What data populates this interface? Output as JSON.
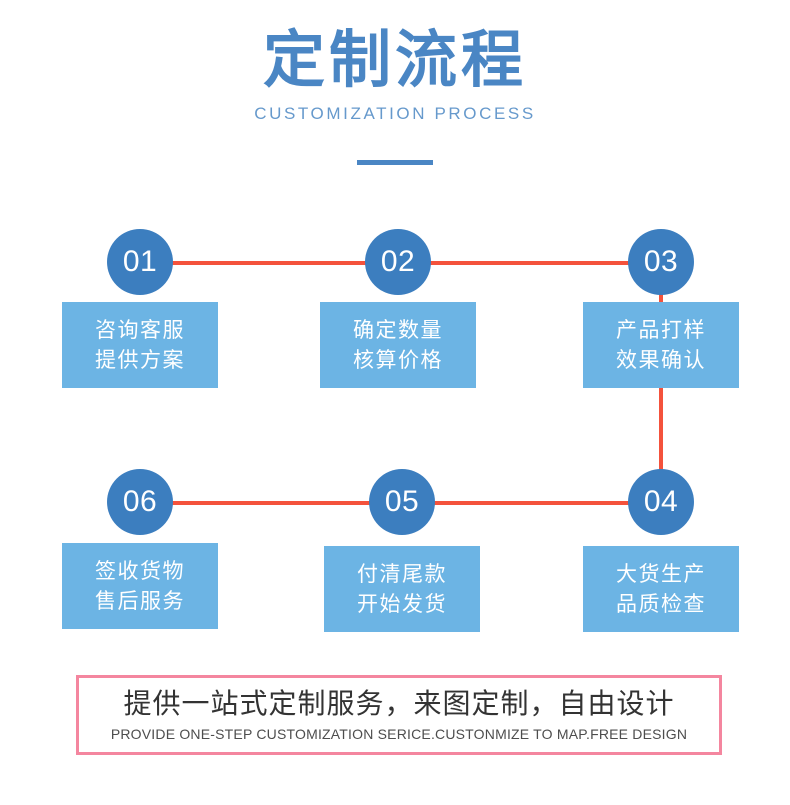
{
  "header": {
    "title": "定制流程",
    "subtitle": "CUSTOMIZATION PROCESS"
  },
  "colors": {
    "title_blue": "#4a86c4",
    "subtitle_blue": "#6699cc",
    "circle_blue": "#3c7ebf",
    "box_blue": "#6cb4e4",
    "connector_red": "#f4523c",
    "banner_border_pink": "#f4869f",
    "banner_text": "#333333",
    "background": "#ffffff"
  },
  "steps": [
    {
      "number": "01",
      "line1": "咨询客服",
      "line2": "提供方案"
    },
    {
      "number": "02",
      "line1": "确定数量",
      "line2": "核算价格"
    },
    {
      "number": "03",
      "line1": "产品打样",
      "line2": "效果确认"
    },
    {
      "number": "04",
      "line1": "大货生产",
      "line2": "品质检查"
    },
    {
      "number": "05",
      "line1": "付清尾款",
      "line2": "开始发货"
    },
    {
      "number": "06",
      "line1": "签收货物",
      "line2": "售后服务"
    }
  ],
  "banner": {
    "cn": "提供一站式定制服务，来图定制，自由设计",
    "en": "PROVIDE ONE-STEP CUSTOMIZATION SERICE.CUSTONMIZE TO MAP.FREE DESIGN"
  }
}
